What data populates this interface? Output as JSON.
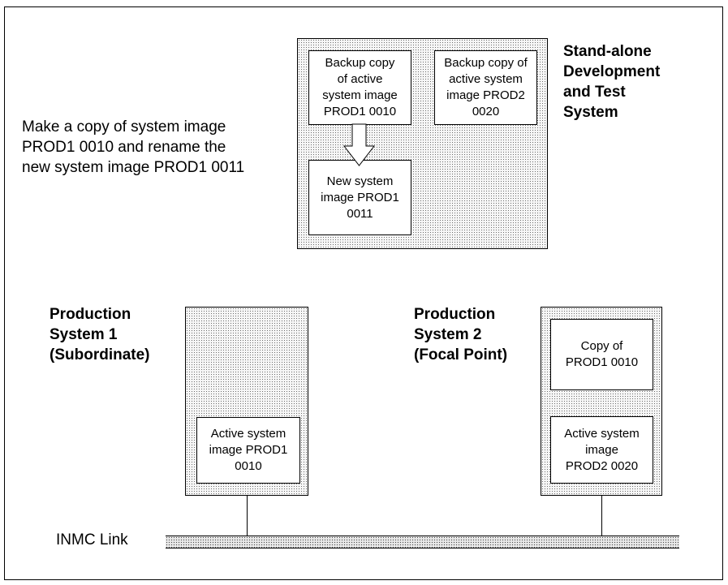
{
  "dev_system": {
    "heading": "Stand-alone\nDevelopment\nand Test\nSystem",
    "instruction": "Make a copy of system image\nPROD1 0010 and rename the\nnew system image PROD1 0011",
    "box_backup_prod1": "Backup copy\nof active\nsystem image\nPROD1  0010",
    "box_backup_prod2": "Backup copy of\nactive system\nimage PROD2\n0020",
    "box_new_image": "New system\nimage PROD1\n0011"
  },
  "production_1": {
    "heading": "Production\nSystem 1\n(Subordinate)",
    "box_active": "Active system\nimage PROD1\n0010"
  },
  "production_2": {
    "heading": "Production\nSystem 2\n(Focal Point)",
    "box_copy": "Copy of\nPROD1  0010",
    "box_active": "Active system\nimage\nPROD2  0020"
  },
  "link": {
    "label": "INMC Link"
  }
}
